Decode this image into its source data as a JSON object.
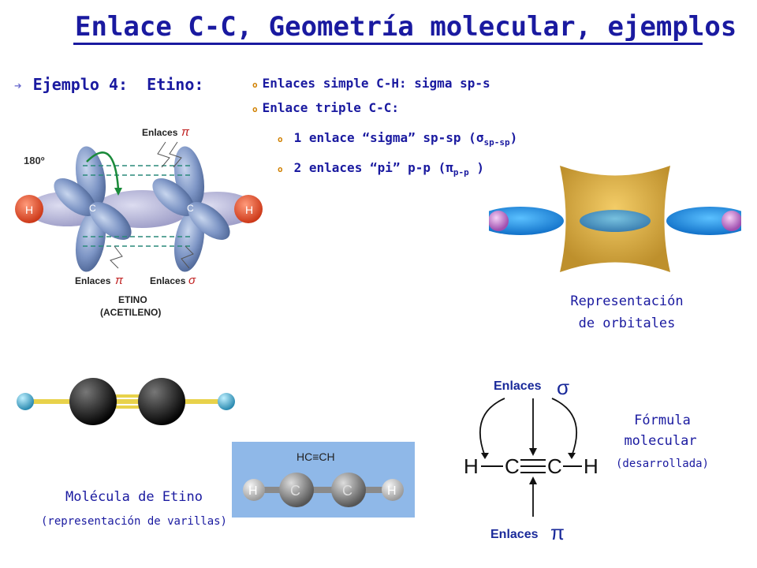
{
  "title": "Enlace C-C,  Geometría molecular, ejemplos",
  "example": {
    "label": "Ejemplo 4:",
    "name": "Etino:"
  },
  "bullets": [
    "Enlaces simple C-H: sigma sp-s",
    "Enlace triple C-C:"
  ],
  "sub_bullets": [
    {
      "text": "1 enlace “sigma” sp-sp (σ",
      "sub": "sp-sp",
      "end": ")"
    },
    {
      "text": "2 enlaces “pi” p-p (π",
      "sub": "p-p",
      "end": " )"
    }
  ],
  "diagram_etino": {
    "angle": "180º",
    "enlaces_pi_top": "Enlaces",
    "pi": "π",
    "enlaces_pi_bottom": "Enlaces",
    "enlaces_sigma": "Enlaces",
    "sigma": "σ",
    "atom_h": "H",
    "atom_c": "C",
    "name1": "ETINO",
    "name2": "(ACETILENO)"
  },
  "orbitals_caption": {
    "line1": "Representación",
    "line2": "de orbitales"
  },
  "rod_caption": {
    "line1": "Molécula de Etino",
    "line2": "(representación de varillas)"
  },
  "ball_model": {
    "formula": "HC≡CH",
    "atoms": [
      "H",
      "C",
      "C",
      "H"
    ]
  },
  "formula_caption": {
    "line1": "Fórmula",
    "line2": "molecular",
    "line3": "(desarrollada)"
  },
  "structural": {
    "enlaces_top": "Enlaces",
    "sigma": "σ",
    "enlaces_bottom": "Enlaces",
    "pi": "π",
    "atoms": [
      "H",
      "C",
      "C",
      "H"
    ]
  }
}
